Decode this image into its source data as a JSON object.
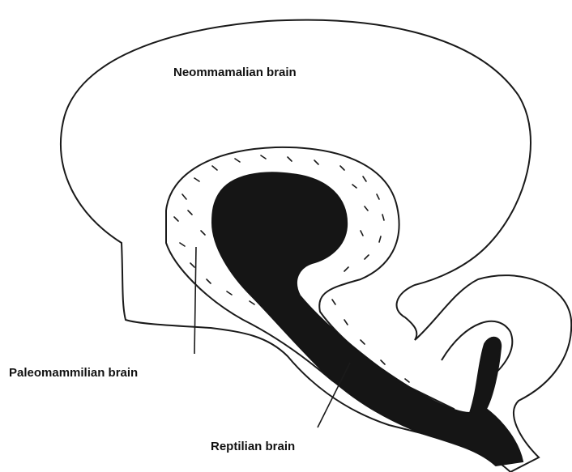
{
  "labels": {
    "neomammalian": "Neommamalian brain",
    "paleomammilian": "Paleomammilian brain",
    "reptilian": "Reptilian brain"
  },
  "colors": {
    "outline": "#1a1a1a",
    "reptilian_fill": "#151515",
    "background": "#ffffff"
  }
}
